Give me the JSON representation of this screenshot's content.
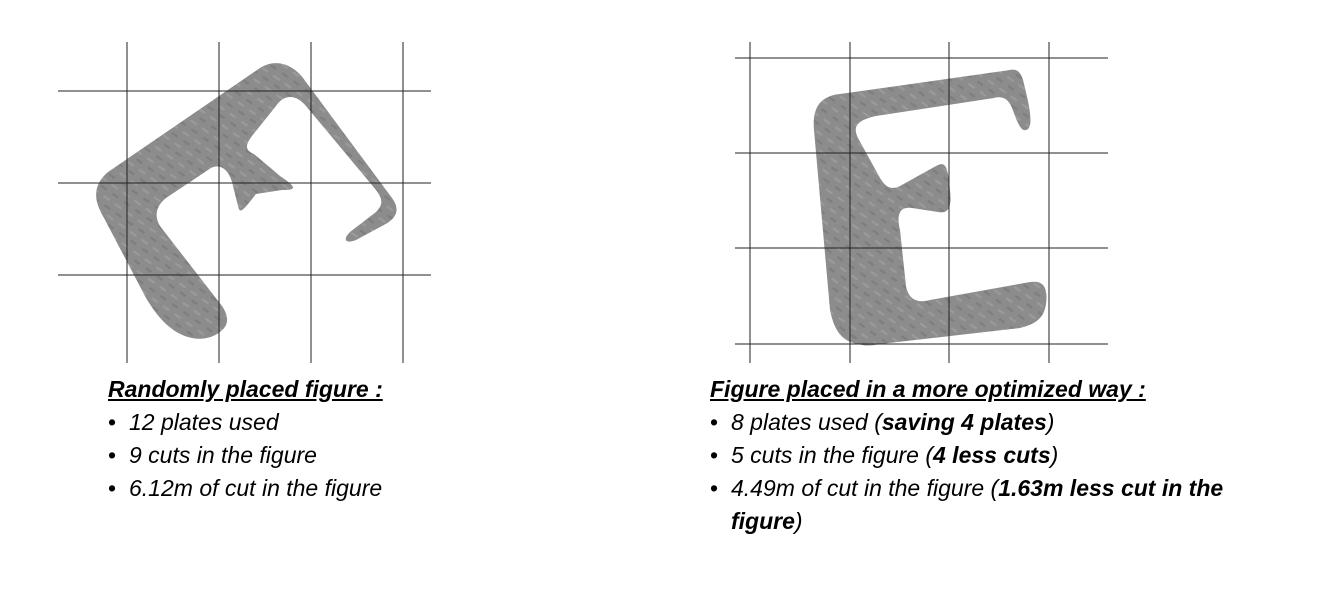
{
  "left_panel": {
    "heading": "Randomly placed figure :",
    "items": [
      {
        "text": "12 plates used"
      },
      {
        "text": "9 cuts in the figure"
      },
      {
        "text": "6.12m of cut in the figure"
      }
    ]
  },
  "right_panel": {
    "heading": "Figure placed in a more optimized way :",
    "items": [
      {
        "text": "8 plates used (",
        "bold": "saving 4 plates",
        "suffix": ")"
      },
      {
        "text": "5 cuts in the figure (",
        "bold": "4 less cuts",
        "suffix": ")"
      },
      {
        "text": "4.49m of cut in the figure (",
        "bold": "1.63m less cut in the figure",
        "suffix": ")"
      }
    ]
  },
  "bullet_glyph": "•",
  "colors": {
    "figure_fill": "#8c8c8c",
    "grid_line": "#222222",
    "text": "#000000"
  }
}
